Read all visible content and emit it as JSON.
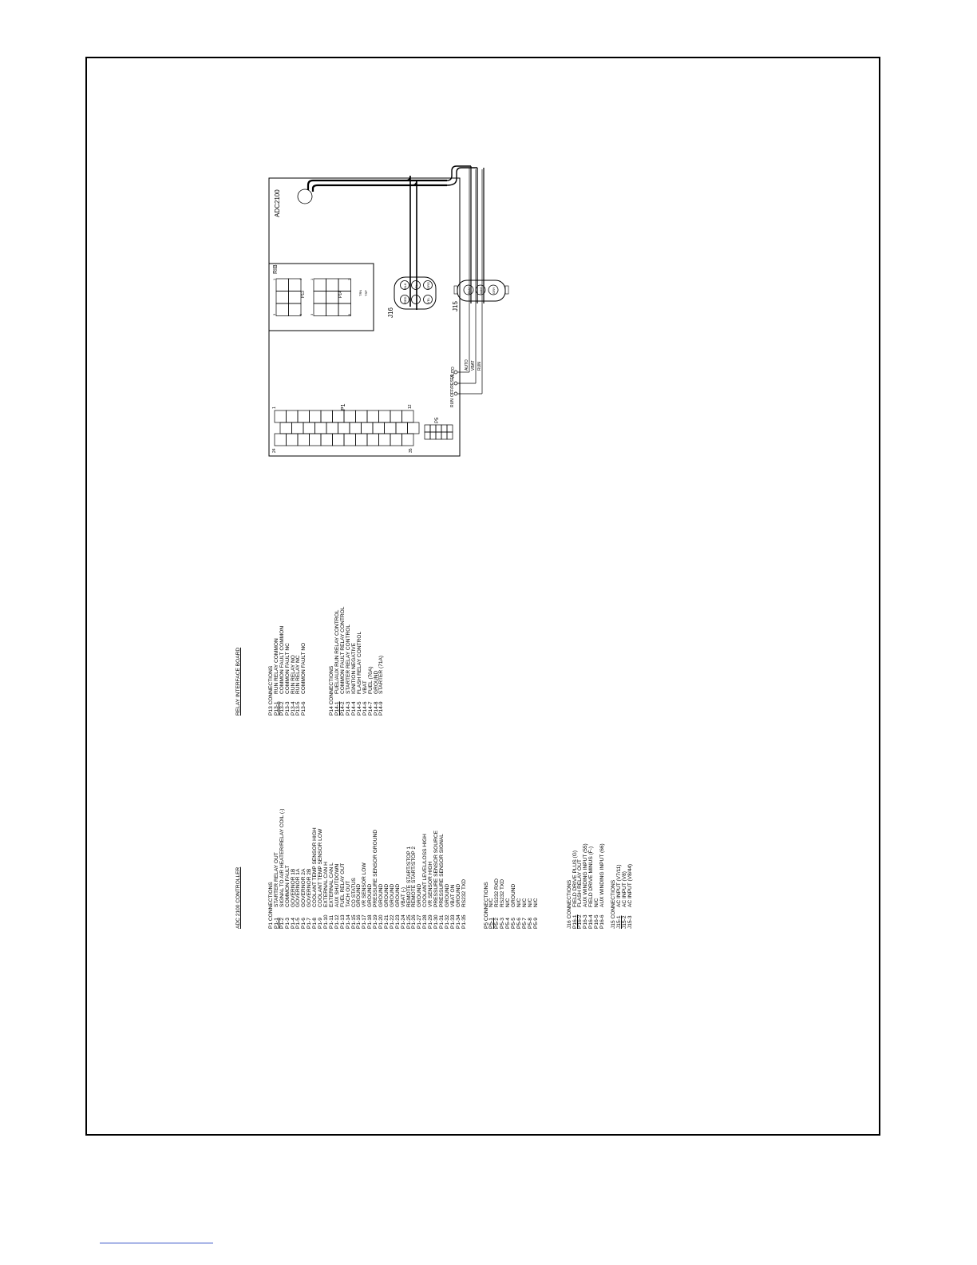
{
  "diagram": {
    "controller_label": "ADC2100",
    "rib_label": "RIB",
    "p1_label": "P1",
    "p5_label": "P5",
    "p13_label": "P13",
    "p14_label": "P14",
    "j16_label": "J16",
    "j15_label": "J15",
    "switch_positions": [
      "RUN",
      "OFF/RESET",
      "AUTO"
    ],
    "wire_labels": [
      "AUTO",
      "VBAT",
      "RUN"
    ],
    "j16_pins": [
      "RED",
      "BLK",
      "FL",
      "ORG",
      "YEL"
    ],
    "j15_pins": [
      "BLU",
      "WHT",
      "GRY"
    ],
    "p1_pin_start": "1",
    "p1_pin_end_top": "12",
    "p1_pin_bottom_left": "24",
    "p1_pin_bottom_right": "35",
    "p13_corner_labels": [
      "3",
      "1",
      "6",
      "4"
    ],
    "p14_corner_labels": [
      "3",
      "1",
      "9",
      "7"
    ],
    "rib_notes": [
      "TRN",
      "TSP"
    ]
  },
  "legend_left": {
    "title": "ADC 2100 CONTROLLER",
    "sections": [
      {
        "title": "P1 CONNECTIONS",
        "rows": [
          [
            "P1-1",
            "STARTER RELAY OUT"
          ],
          [
            "P1-2",
            "SIGNAL TO AIR HEATER/RELAY COIL (-)"
          ],
          [
            "P1-3",
            "COMMON FAULT"
          ],
          [
            "P1-4",
            "GOVERNOR 1B"
          ],
          [
            "P1-5",
            "GOVERNOR 1A"
          ],
          [
            "P1-6",
            "GOVERNOR 2A"
          ],
          [
            "P1-7",
            "GOVERNOR 2B"
          ],
          [
            "P1-8",
            "COOLANT TEMP SENSOR HIGH"
          ],
          [
            "P1-9",
            "COOLANT TEMP SENSOR LOW"
          ],
          [
            "P1-10",
            "EXTERNAL CAN H"
          ],
          [
            "P1-11",
            "EXTERNAL CAN L"
          ],
          [
            "P1-12",
            "AUX SHUTDOWN"
          ],
          [
            "P1-13",
            "FUEL RELAY OUT"
          ],
          [
            "P1-14",
            "TACH OUT"
          ],
          [
            "P1-15",
            "CO STATUS"
          ],
          [
            "P1-16",
            "GROUND"
          ],
          [
            "P1-17",
            "VR SENSOR LOW"
          ],
          [
            "P1-18",
            "GROUND"
          ],
          [
            "P1-19",
            "PRESSURE SENSOR GROUND"
          ],
          [
            "P1-20",
            "GROUND"
          ],
          [
            "P1-21",
            "GROUND"
          ],
          [
            "P1-22",
            "GROUND"
          ],
          [
            "P1-23",
            "GROUND"
          ],
          [
            "P1-24",
            "VBAT (-)"
          ],
          [
            "P1-25",
            "REMOTE START/STOP 1"
          ],
          [
            "P1-26",
            "REMOTE START/STOP 2"
          ],
          [
            "P1-27",
            "GROUND"
          ],
          [
            "P1-28",
            "COOLANT LEVEL/LOSS HIGH"
          ],
          [
            "P1-29",
            "VR SENSOR HIGH"
          ],
          [
            "P1-30",
            "PRESSURE SENSOR SOURCE"
          ],
          [
            "P1-31",
            "PRESSURE SENSOR SIGNAL"
          ],
          [
            "P1-32",
            "GROUND"
          ],
          [
            "P1-33",
            "VBAT ON"
          ],
          [
            "P1-34",
            "GROUND"
          ],
          [
            "P1-35",
            "RS232 TXD"
          ]
        ]
      },
      {
        "title": "P5 CONNECTIONS",
        "rows": [
          [
            "P5-1",
            "N/C"
          ],
          [
            "P5-2",
            "RS232 RXD"
          ],
          [
            "P5-3",
            "RS232 TXD"
          ],
          [
            "P5-4",
            "N/C"
          ],
          [
            "P5-5",
            "GROUND"
          ],
          [
            "P5-6",
            "N/C"
          ],
          [
            "P5-7",
            "N/C"
          ],
          [
            "P5-8",
            "N/C"
          ],
          [
            "P5-9",
            "N/C"
          ]
        ]
      },
      {
        "title": "J16 CONNECTIONS",
        "rows": [
          [
            "P16-1",
            "FIELD DRIVE PLUS (G)"
          ],
          [
            "P16-2",
            "FLASH RELAY OUT"
          ],
          [
            "P16-3",
            "AUX WINDING INPUT (55)"
          ],
          [
            "P16-4",
            "FIELD DRIVE MINUS (F-)"
          ],
          [
            "P16-5",
            "N/C"
          ],
          [
            "P16-6",
            "AUX WINDING INPUT (66)"
          ]
        ]
      },
      {
        "title": "J15 CONNECTIONS",
        "rows": [
          [
            "J15-1",
            "AC INPUT (V7/11)"
          ],
          [
            "J15-2",
            "AC INPUT (V8)"
          ],
          [
            "J15-3",
            "AC INPUT (V8/44)"
          ]
        ]
      }
    ]
  },
  "legend_right": {
    "title": "RELAY INTERFACE BOARD",
    "sections": [
      {
        "title": "P13 CONNECTIONS",
        "rows": [
          [
            "P13-1",
            "RUN RELAY COMMON"
          ],
          [
            "P13-2",
            "COMMON FAULT COMMON"
          ],
          [
            "P13-3",
            "COMMON FAULT NC"
          ],
          [
            "P13-4",
            "RUN RELAY NO"
          ],
          [
            "P13-5",
            "RUN RELAY NC"
          ],
          [
            "P13-6",
            "COMMON FAULT NO"
          ]
        ]
      },
      {
        "title": "P14 CONNECTIONS",
        "rows": [
          [
            "P14-1",
            "FUEL/AUX RUN RELAY CONTROL"
          ],
          [
            "P14-2",
            "COMMON FAULT RELAY CONTROL"
          ],
          [
            "P14-3",
            "STARTER RELAY CONTROL"
          ],
          [
            "P14-4",
            "IGNITION NEGATIVE"
          ],
          [
            "P14-5",
            "FLASH RELAY CONTROL"
          ],
          [
            "P14-6",
            "VBAT"
          ],
          [
            "P14-7",
            "FUEL (70A)"
          ],
          [
            "P14-8",
            "GROUND"
          ],
          [
            "P14-9",
            "STARTER (71A)"
          ]
        ]
      }
    ]
  }
}
